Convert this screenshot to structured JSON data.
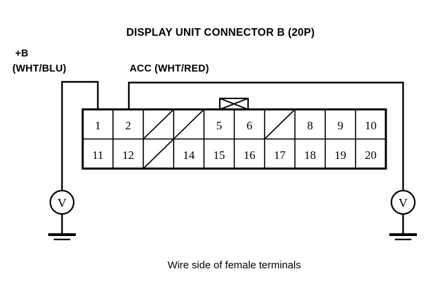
{
  "title": "DISPLAY UNIT CONNECTOR B (20P)",
  "caption": "Wire side of female terminals",
  "labels": {
    "plus_b_line1": "+B",
    "plus_b_line2": "(WHT/BLU)",
    "acc": "ACC (WHT/RED)"
  },
  "meters": {
    "left_symbol": "V",
    "right_symbol": "V",
    "left_name": "voltmeter-left",
    "right_name": "voltmeter-right"
  },
  "connector": {
    "pin_count": 20,
    "columns": 10,
    "rows": 2,
    "top_row": [
      {
        "pin": "1",
        "blank": false
      },
      {
        "pin": "2",
        "blank": false
      },
      {
        "pin": "",
        "blank": true
      },
      {
        "pin": "",
        "blank": true
      },
      {
        "pin": "5",
        "blank": false
      },
      {
        "pin": "6",
        "blank": false
      },
      {
        "pin": "",
        "blank": true
      },
      {
        "pin": "8",
        "blank": false
      },
      {
        "pin": "9",
        "blank": false
      },
      {
        "pin": "10",
        "blank": false
      }
    ],
    "bottom_row": [
      {
        "pin": "11",
        "blank": false
      },
      {
        "pin": "12",
        "blank": false
      },
      {
        "pin": "",
        "blank": true
      },
      {
        "pin": "14",
        "blank": false
      },
      {
        "pin": "15",
        "blank": false
      },
      {
        "pin": "16",
        "blank": false
      },
      {
        "pin": "17",
        "blank": false
      },
      {
        "pin": "18",
        "blank": false
      },
      {
        "pin": "19",
        "blank": false
      },
      {
        "pin": "20",
        "blank": false
      }
    ],
    "locking_tab": "crossed-box"
  },
  "colors": {
    "line": "#000000",
    "background": "#ffffff"
  }
}
